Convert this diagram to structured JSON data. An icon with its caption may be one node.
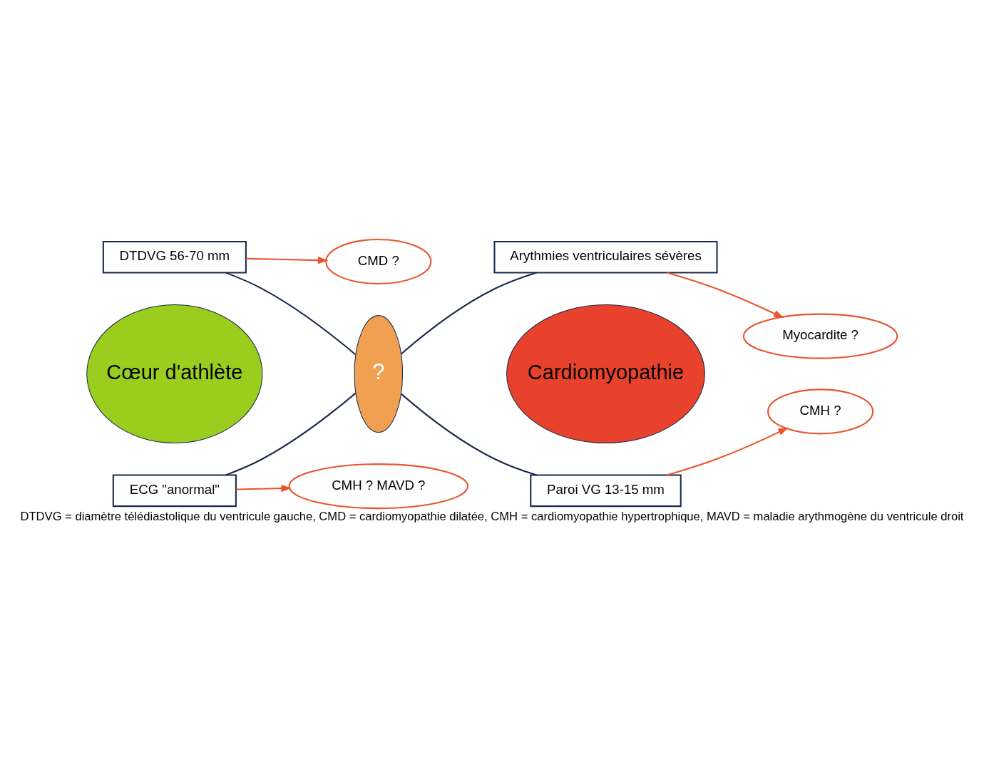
{
  "diagram": {
    "caption": "DTDVG = diamètre télédiastolique du ventricule gauche, CMD = cardiomyopathie dilatée, CMH = cardiomyopathie hypertrophique, MAVD = maladie arythmogène du ventricule droit",
    "nodes": [
      {
        "text": [
          "DTDVG 56-70 mm"
        ]
      },
      {
        "text": [
          "CMD ?"
        ]
      },
      {
        "text": [
          "Arythmies ventriculaires sévères"
        ]
      },
      {
        "text": [
          "Myocardite ?"
        ]
      },
      {
        "text": [
          "Cœur d'athlète"
        ]
      },
      {
        "text": [
          "?"
        ]
      },
      {
        "text": [
          "Cardiomyopathie"
        ]
      },
      {
        "text": [
          "ECG \"anormal\""
        ]
      },
      {
        "text": [
          "CMH ? MAVD ?"
        ]
      },
      {
        "text": [
          "Paroi VG 13-15 mm"
        ]
      },
      {
        "text": [
          "CMH ?"
        ]
      }
    ],
    "edges": [
      {
        "from": 0,
        "to": 1,
        "arrow": "to",
        "color": "#e8552e"
      },
      {
        "from": 2,
        "to": 3,
        "arrow": "to",
        "color": "#e8552e"
      },
      {
        "from": 7,
        "to": 8,
        "arrow": "to",
        "color": "#e8552e"
      },
      {
        "from": 9,
        "to": 10,
        "arrow": "to",
        "color": "#e8552e"
      },
      {
        "from": 0,
        "to": 5,
        "arrow": "none",
        "color": "#1a2a4a"
      },
      {
        "from": 2,
        "to": 5,
        "arrow": "none",
        "color": "#1a2a4a"
      },
      {
        "from": 5,
        "to": 7,
        "arrow": "none",
        "color": "#1a2a4a"
      },
      {
        "from": 5,
        "to": 9,
        "arrow": "none",
        "color": "#1a2a4a"
      }
    ]
  }
}
